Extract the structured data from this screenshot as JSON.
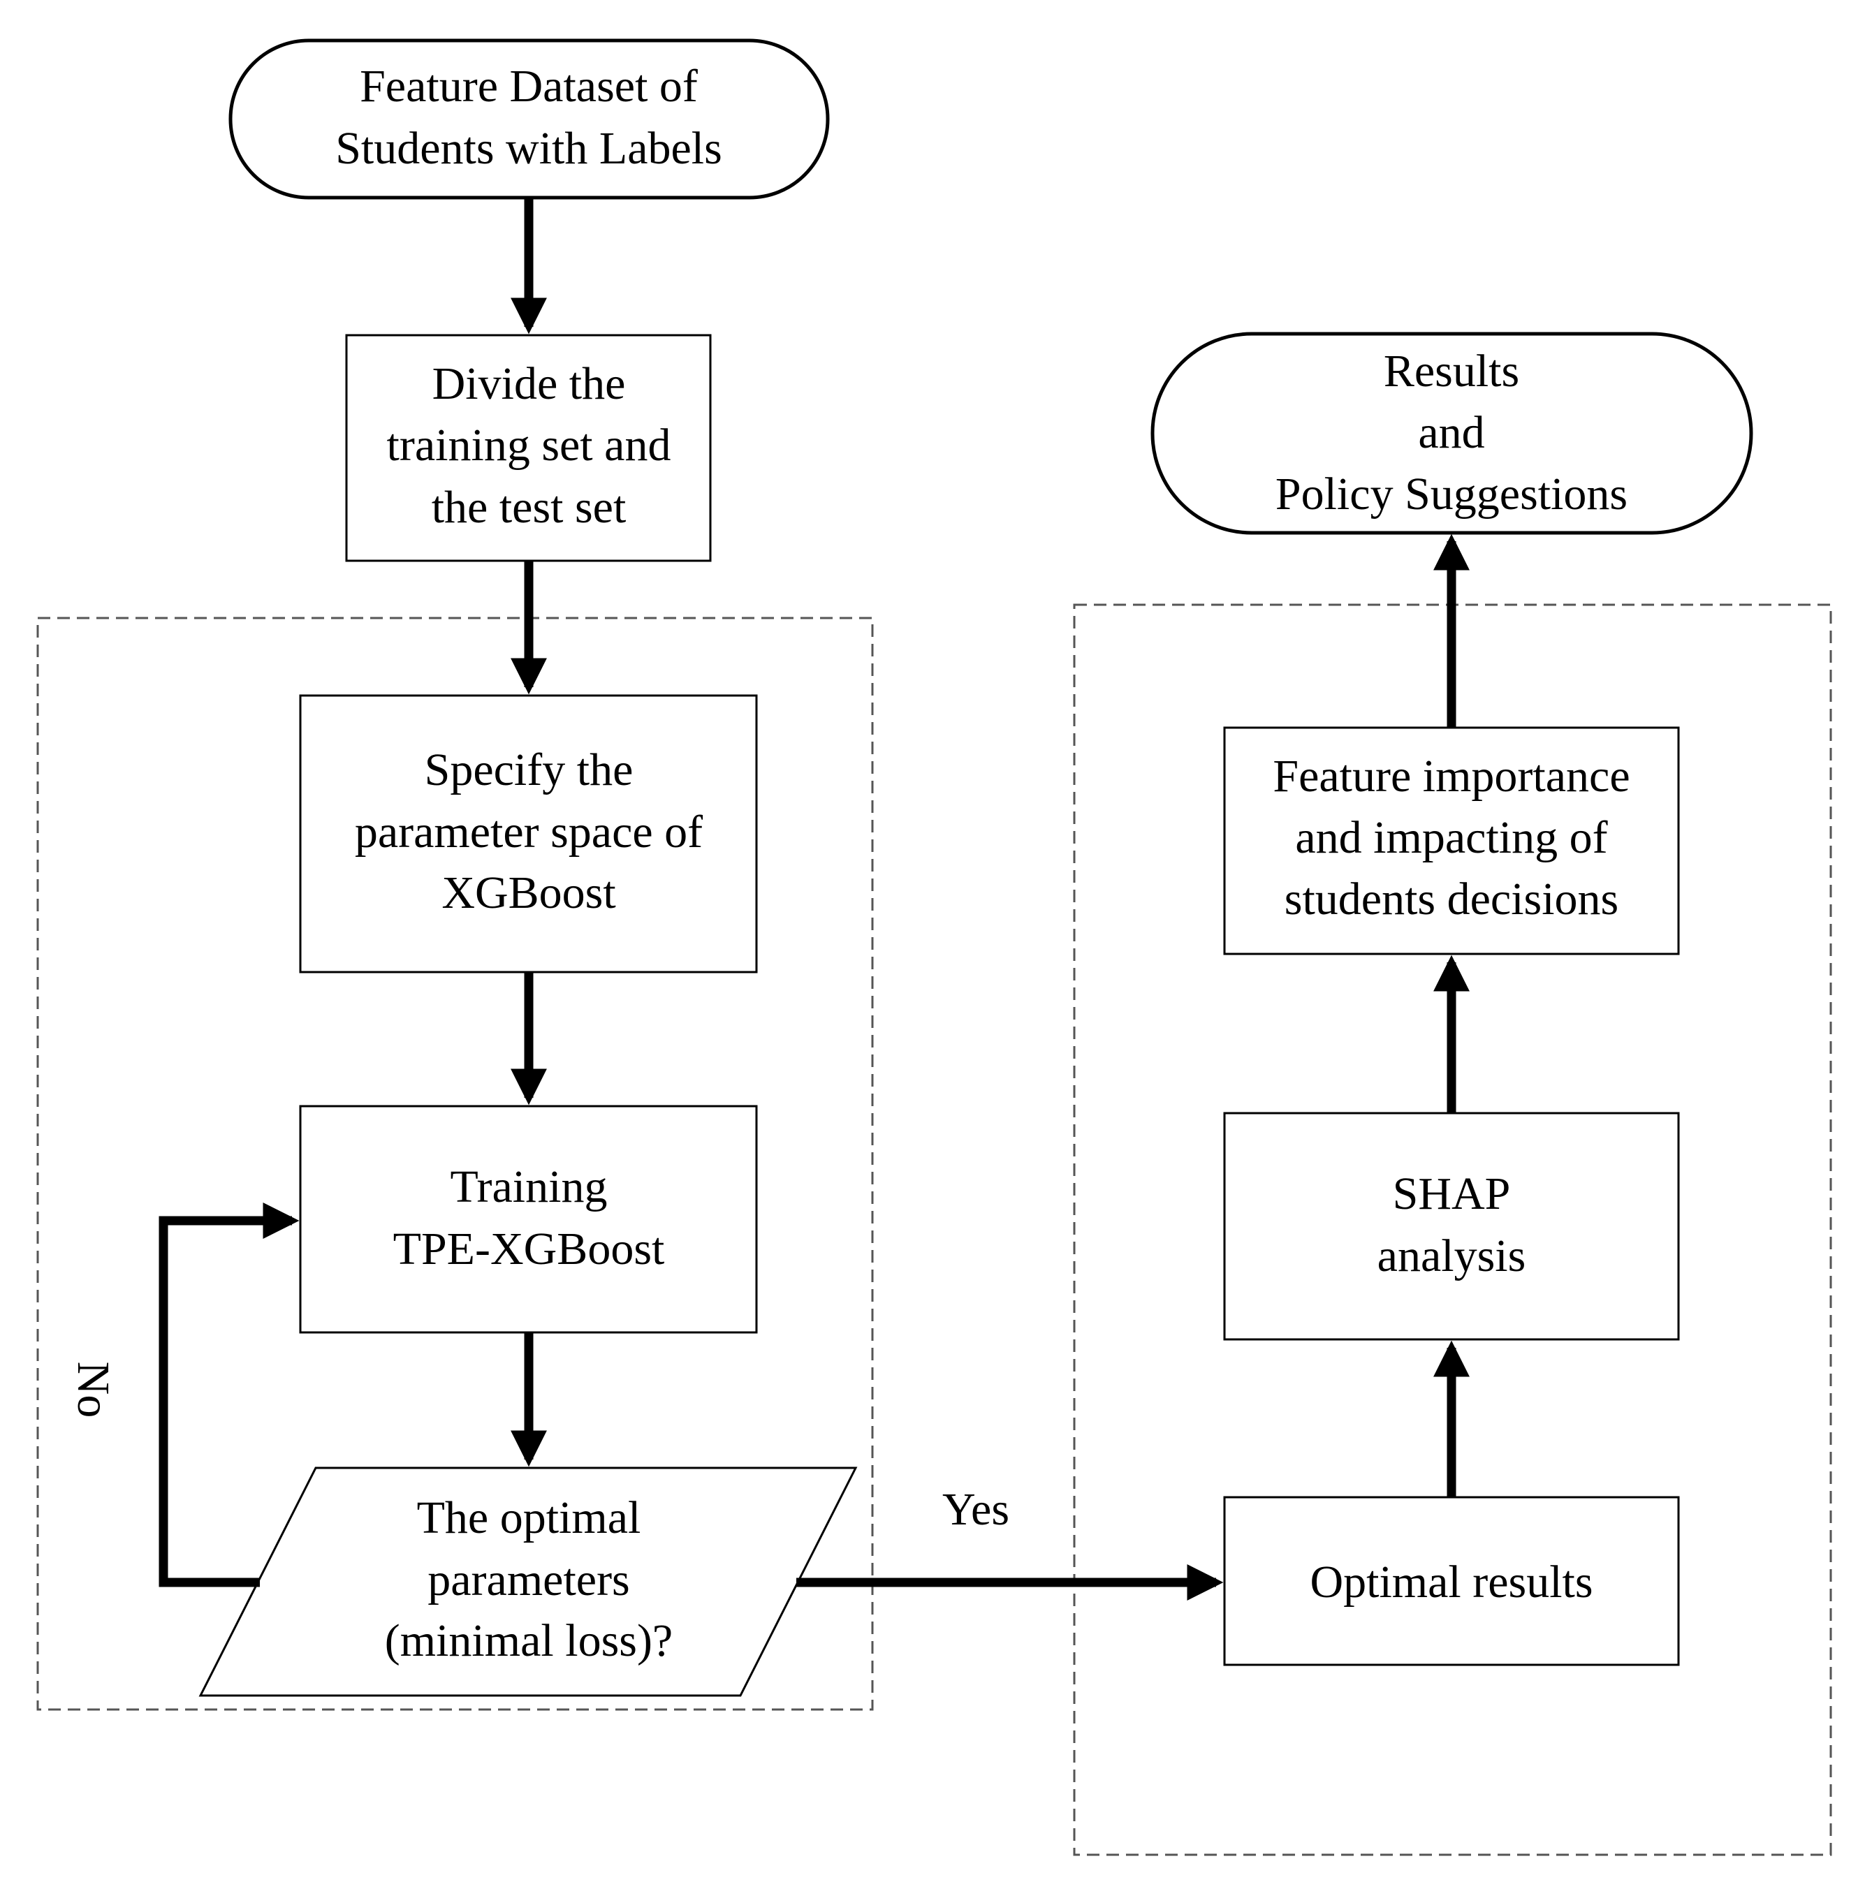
{
  "start": {
    "line1": "Feature Dataset of",
    "line2": "Students with Labels"
  },
  "divide": {
    "line1": "Divide the",
    "line2": "training set and",
    "line3": "the test set"
  },
  "specify": {
    "line1": "Specify the",
    "line2": "parameter space of",
    "line3": "XGBoost"
  },
  "training": {
    "line1": "Training",
    "line2": "TPE-XGBoost"
  },
  "decision": {
    "line1": "The optimal",
    "line2": "parameters",
    "line3": "(minimal loss)?"
  },
  "labels": {
    "no": "No",
    "yes": "Yes"
  },
  "optimal": {
    "line1": "Optimal results"
  },
  "shap": {
    "line1": "SHAP",
    "line2": "analysis"
  },
  "feature": {
    "line1": "Feature importance",
    "line2": "and impacting of",
    "line3": "students decisions"
  },
  "end": {
    "line1": "Results",
    "line2": "and",
    "line3": "Policy Suggestions"
  }
}
